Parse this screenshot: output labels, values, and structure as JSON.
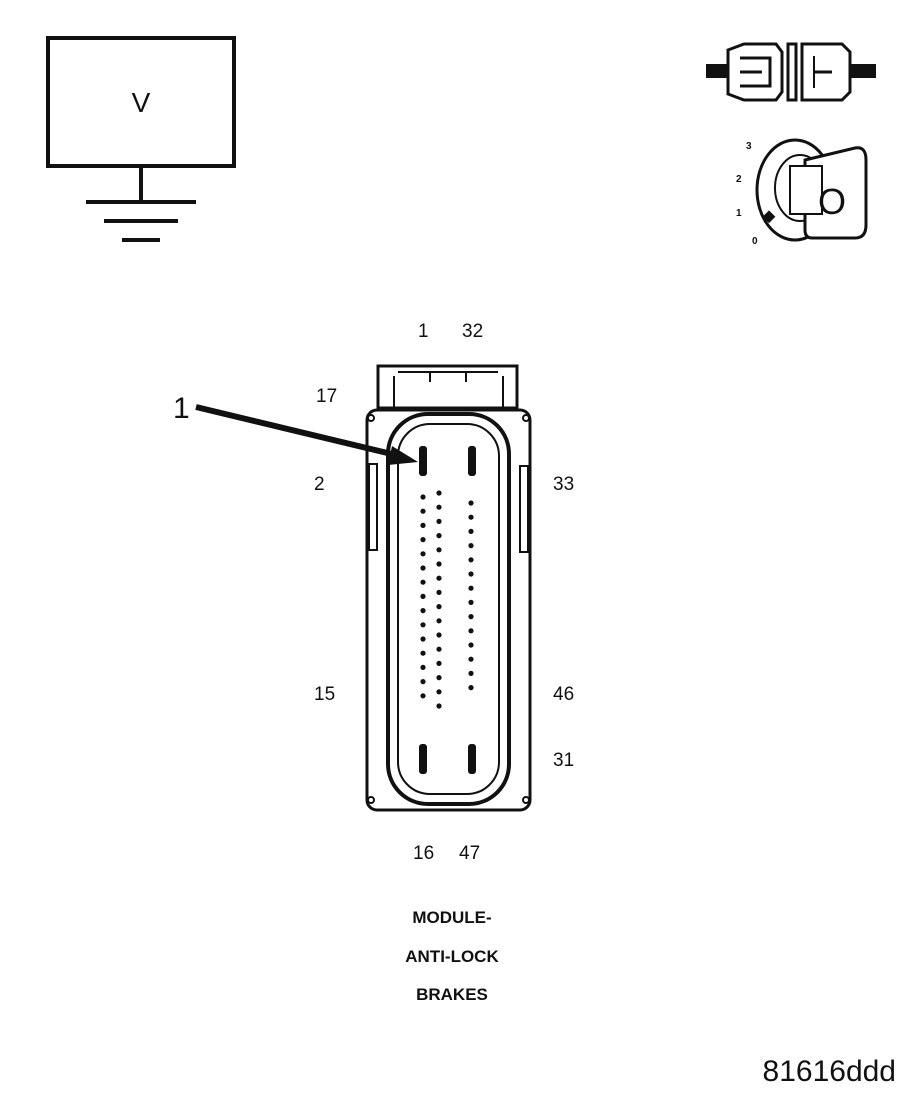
{
  "voltmeter": {
    "label": "V"
  },
  "ignition_key": {
    "positions": [
      "3",
      "2",
      "1",
      "0"
    ],
    "key_label": "O"
  },
  "connector": {
    "pin_labels": {
      "top_a": "1",
      "top_b": "32",
      "upper_left": "17",
      "left_upper": "2",
      "right_upper": "33",
      "left_lower": "15",
      "right_middle": "46",
      "right_lower": "31",
      "bottom_a": "16",
      "bottom_b": "47"
    },
    "callout_number": "1",
    "title_lines": [
      "MODULE-",
      "ANTI-LOCK",
      "BRAKES"
    ]
  },
  "figure_id": "81616ddd"
}
